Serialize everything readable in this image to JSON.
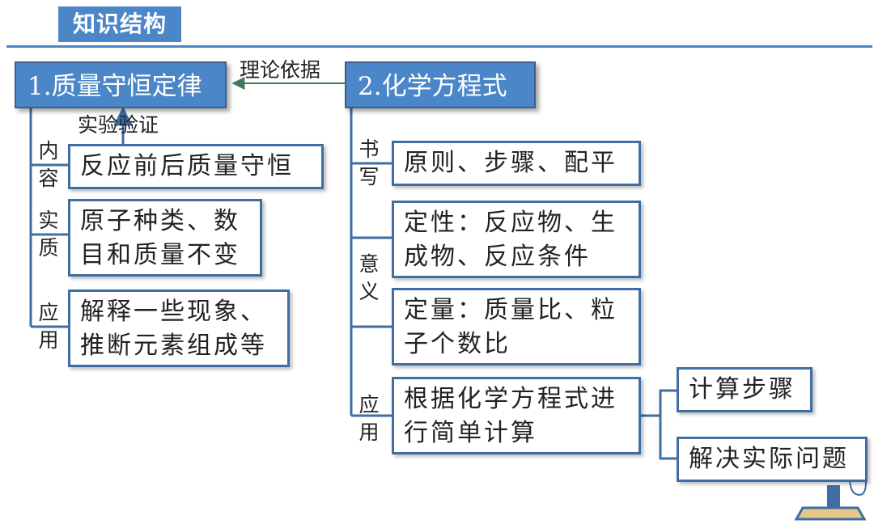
{
  "header": {
    "title": "知识结构"
  },
  "left": {
    "title": "1.质量守恒定律",
    "verify_label": "实验验证",
    "rows": [
      {
        "label_1": "内",
        "label_2": "容",
        "text": "反应前后质量守恒"
      },
      {
        "label_1": "实",
        "label_2": "质",
        "line_1": "原子种类、数",
        "line_2": "目和质量不变"
      },
      {
        "label_1": "应",
        "label_2": "用",
        "line_1": "解释一些现象、",
        "line_2": "推断元素组成等"
      }
    ]
  },
  "link_label": "理论依据",
  "right": {
    "title": "2.化学方程式",
    "rows": [
      {
        "label_1": "书",
        "label_2": "写",
        "text": "原则、步骤、配平"
      },
      {
        "label_1": "意",
        "label_2": "义",
        "box_a_line_1": "定性：反应物、生",
        "box_a_line_2": "成物、反应条件",
        "box_b_line_1": "定量：质量比、粒",
        "box_b_line_2": "子个数比"
      },
      {
        "label_1": "应",
        "label_2": "用",
        "line_1": "根据化学方程式进",
        "line_2": "行简单计算",
        "sub_1": "计算步骤",
        "sub_2": "解决实际问题"
      }
    ]
  },
  "colors": {
    "accent": "#4a86c8",
    "border": "#3e6ea3",
    "line": "#3e6ea3",
    "arrow": "#3f7a5a"
  }
}
